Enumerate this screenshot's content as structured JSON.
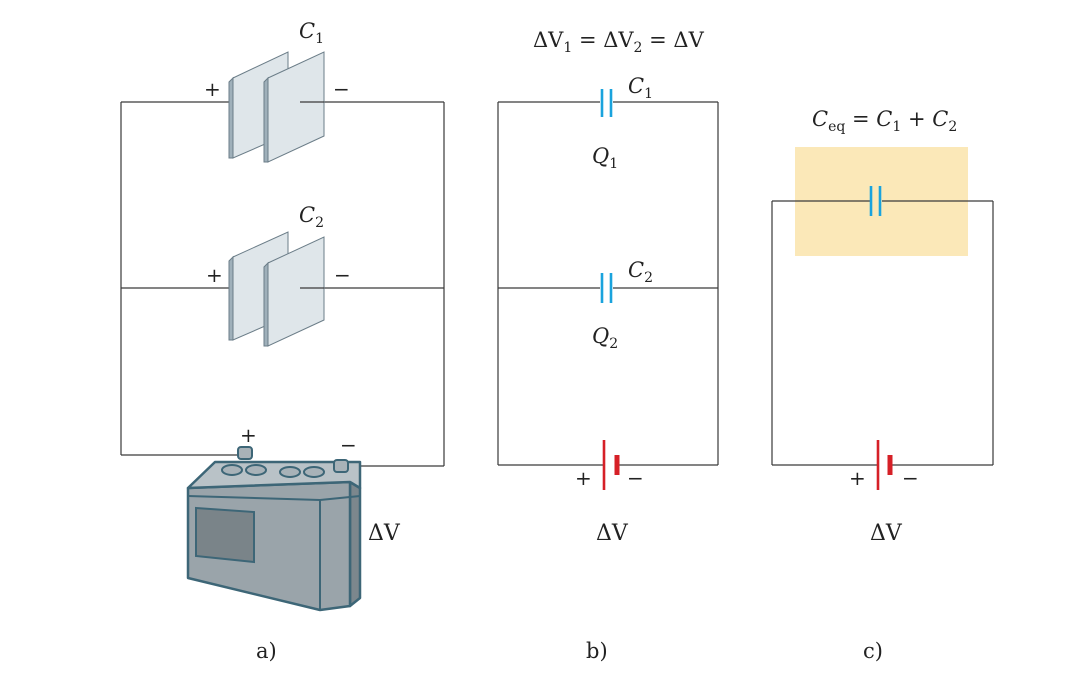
{
  "colors": {
    "capacitor_symbol": "#1aa3dd",
    "battery_symbol": "#d62027",
    "highlight": "#fbe8b8",
    "battery_body": "#9aa4aa",
    "battery_outline": "#3d6677",
    "plate": "#dfe6ea",
    "wire": "#3a3a3a"
  },
  "panel_a": {
    "c1": {
      "sym": "C",
      "sub": "1"
    },
    "c2": {
      "sym": "C",
      "sub": "2"
    },
    "plus": "+",
    "minus": "−",
    "dv": "ΔV",
    "caption": "a)"
  },
  "panel_b": {
    "equation": {
      "parts": [
        "ΔV",
        "1",
        " = ΔV",
        "2",
        " = ΔV"
      ]
    },
    "c1": {
      "sym": "C",
      "sub": "1"
    },
    "c2": {
      "sym": "C",
      "sub": "2"
    },
    "q1": {
      "sym": "Q",
      "sub": "1"
    },
    "q2": {
      "sym": "Q",
      "sub": "2"
    },
    "plus": "+",
    "minus": "−",
    "dv": "ΔV",
    "caption": "b)"
  },
  "panel_c": {
    "equation": {
      "lhs": "C",
      "lhs_sub": "eq",
      "eq": " = ",
      "c1": "C",
      "c1_sub": "1",
      "plus": " + ",
      "c2": "C",
      "c2_sub": "2"
    },
    "plus": "+",
    "minus": "−",
    "dv": "ΔV",
    "caption": "c)"
  }
}
